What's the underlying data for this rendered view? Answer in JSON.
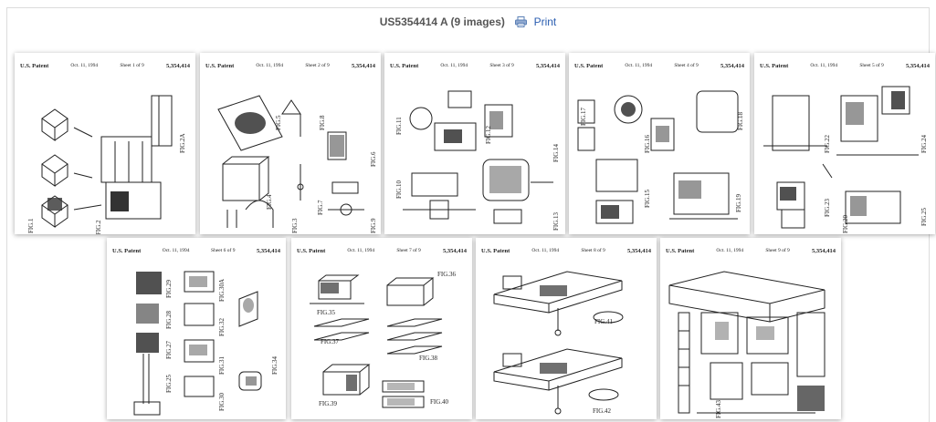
{
  "header": {
    "title": "US5354414 A (9 images)",
    "print_label": "Print"
  },
  "sheets": [
    {
      "patent_label": "U.S. Patent",
      "date": "Oct. 11, 1994",
      "sheet": "Sheet 1 of 9",
      "patent_no": "5,354,414",
      "figs": [
        "FIG.2A",
        "FIG.2",
        "FIG.1"
      ]
    },
    {
      "patent_label": "U.S. Patent",
      "date": "Oct. 11, 1994",
      "sheet": "Sheet 2 of 9",
      "patent_no": "5,354,414",
      "figs": [
        "FIG.5",
        "FIG.8",
        "FIG.6",
        "FIG.4",
        "FIG.7",
        "FIG.3",
        "FIG.9"
      ]
    },
    {
      "patent_label": "U.S. Patent",
      "date": "Oct. 11, 1994",
      "sheet": "Sheet 3 of 9",
      "patent_no": "5,354,414",
      "figs": [
        "FIG.11",
        "FIG.12",
        "FIG.14",
        "FIG.10",
        "FIG.13"
      ]
    },
    {
      "patent_label": "U.S. Patent",
      "date": "Oct. 11, 1994",
      "sheet": "Sheet 4 of 9",
      "patent_no": "5,354,414",
      "figs": [
        "FIG.17",
        "FIG.18",
        "FIG.16",
        "FIG.15",
        "FIG.19"
      ]
    },
    {
      "patent_label": "U.S. Patent",
      "date": "Oct. 11, 1994",
      "sheet": "Sheet 5 of 9",
      "patent_no": "5,354,414",
      "figs": [
        "FIG.22",
        "FIG.24",
        "FIG.23",
        "FIG.20",
        "FIG.25"
      ]
    },
    {
      "patent_label": "U.S. Patent",
      "date": "Oct. 11, 1994",
      "sheet": "Sheet 6 of 9",
      "patent_no": "5,354,414",
      "figs": [
        "FIG.29",
        "FIG.30A",
        "FIG.28",
        "FIG.32",
        "FIG.27",
        "FIG.31",
        "FIG.34",
        "FIG.25",
        "FIG.30"
      ]
    },
    {
      "patent_label": "U.S. Patent",
      "date": "Oct. 11, 1994",
      "sheet": "Sheet 7 of 9",
      "patent_no": "5,354,414",
      "figs": [
        "FIG.35",
        "FIG.36",
        "FIG.37",
        "FIG.38",
        "FIG.39",
        "FIG.40"
      ]
    },
    {
      "patent_label": "U.S. Patent",
      "date": "Oct. 11, 1994",
      "sheet": "Sheet 8 of 9",
      "patent_no": "5,354,414",
      "figs": [
        "FIG.41",
        "FIG.42"
      ]
    },
    {
      "patent_label": "U.S. Patent",
      "date": "Oct. 11, 1994",
      "sheet": "Sheet 9 of 9",
      "patent_no": "5,354,414",
      "figs": [
        "FIG.43"
      ]
    }
  ]
}
